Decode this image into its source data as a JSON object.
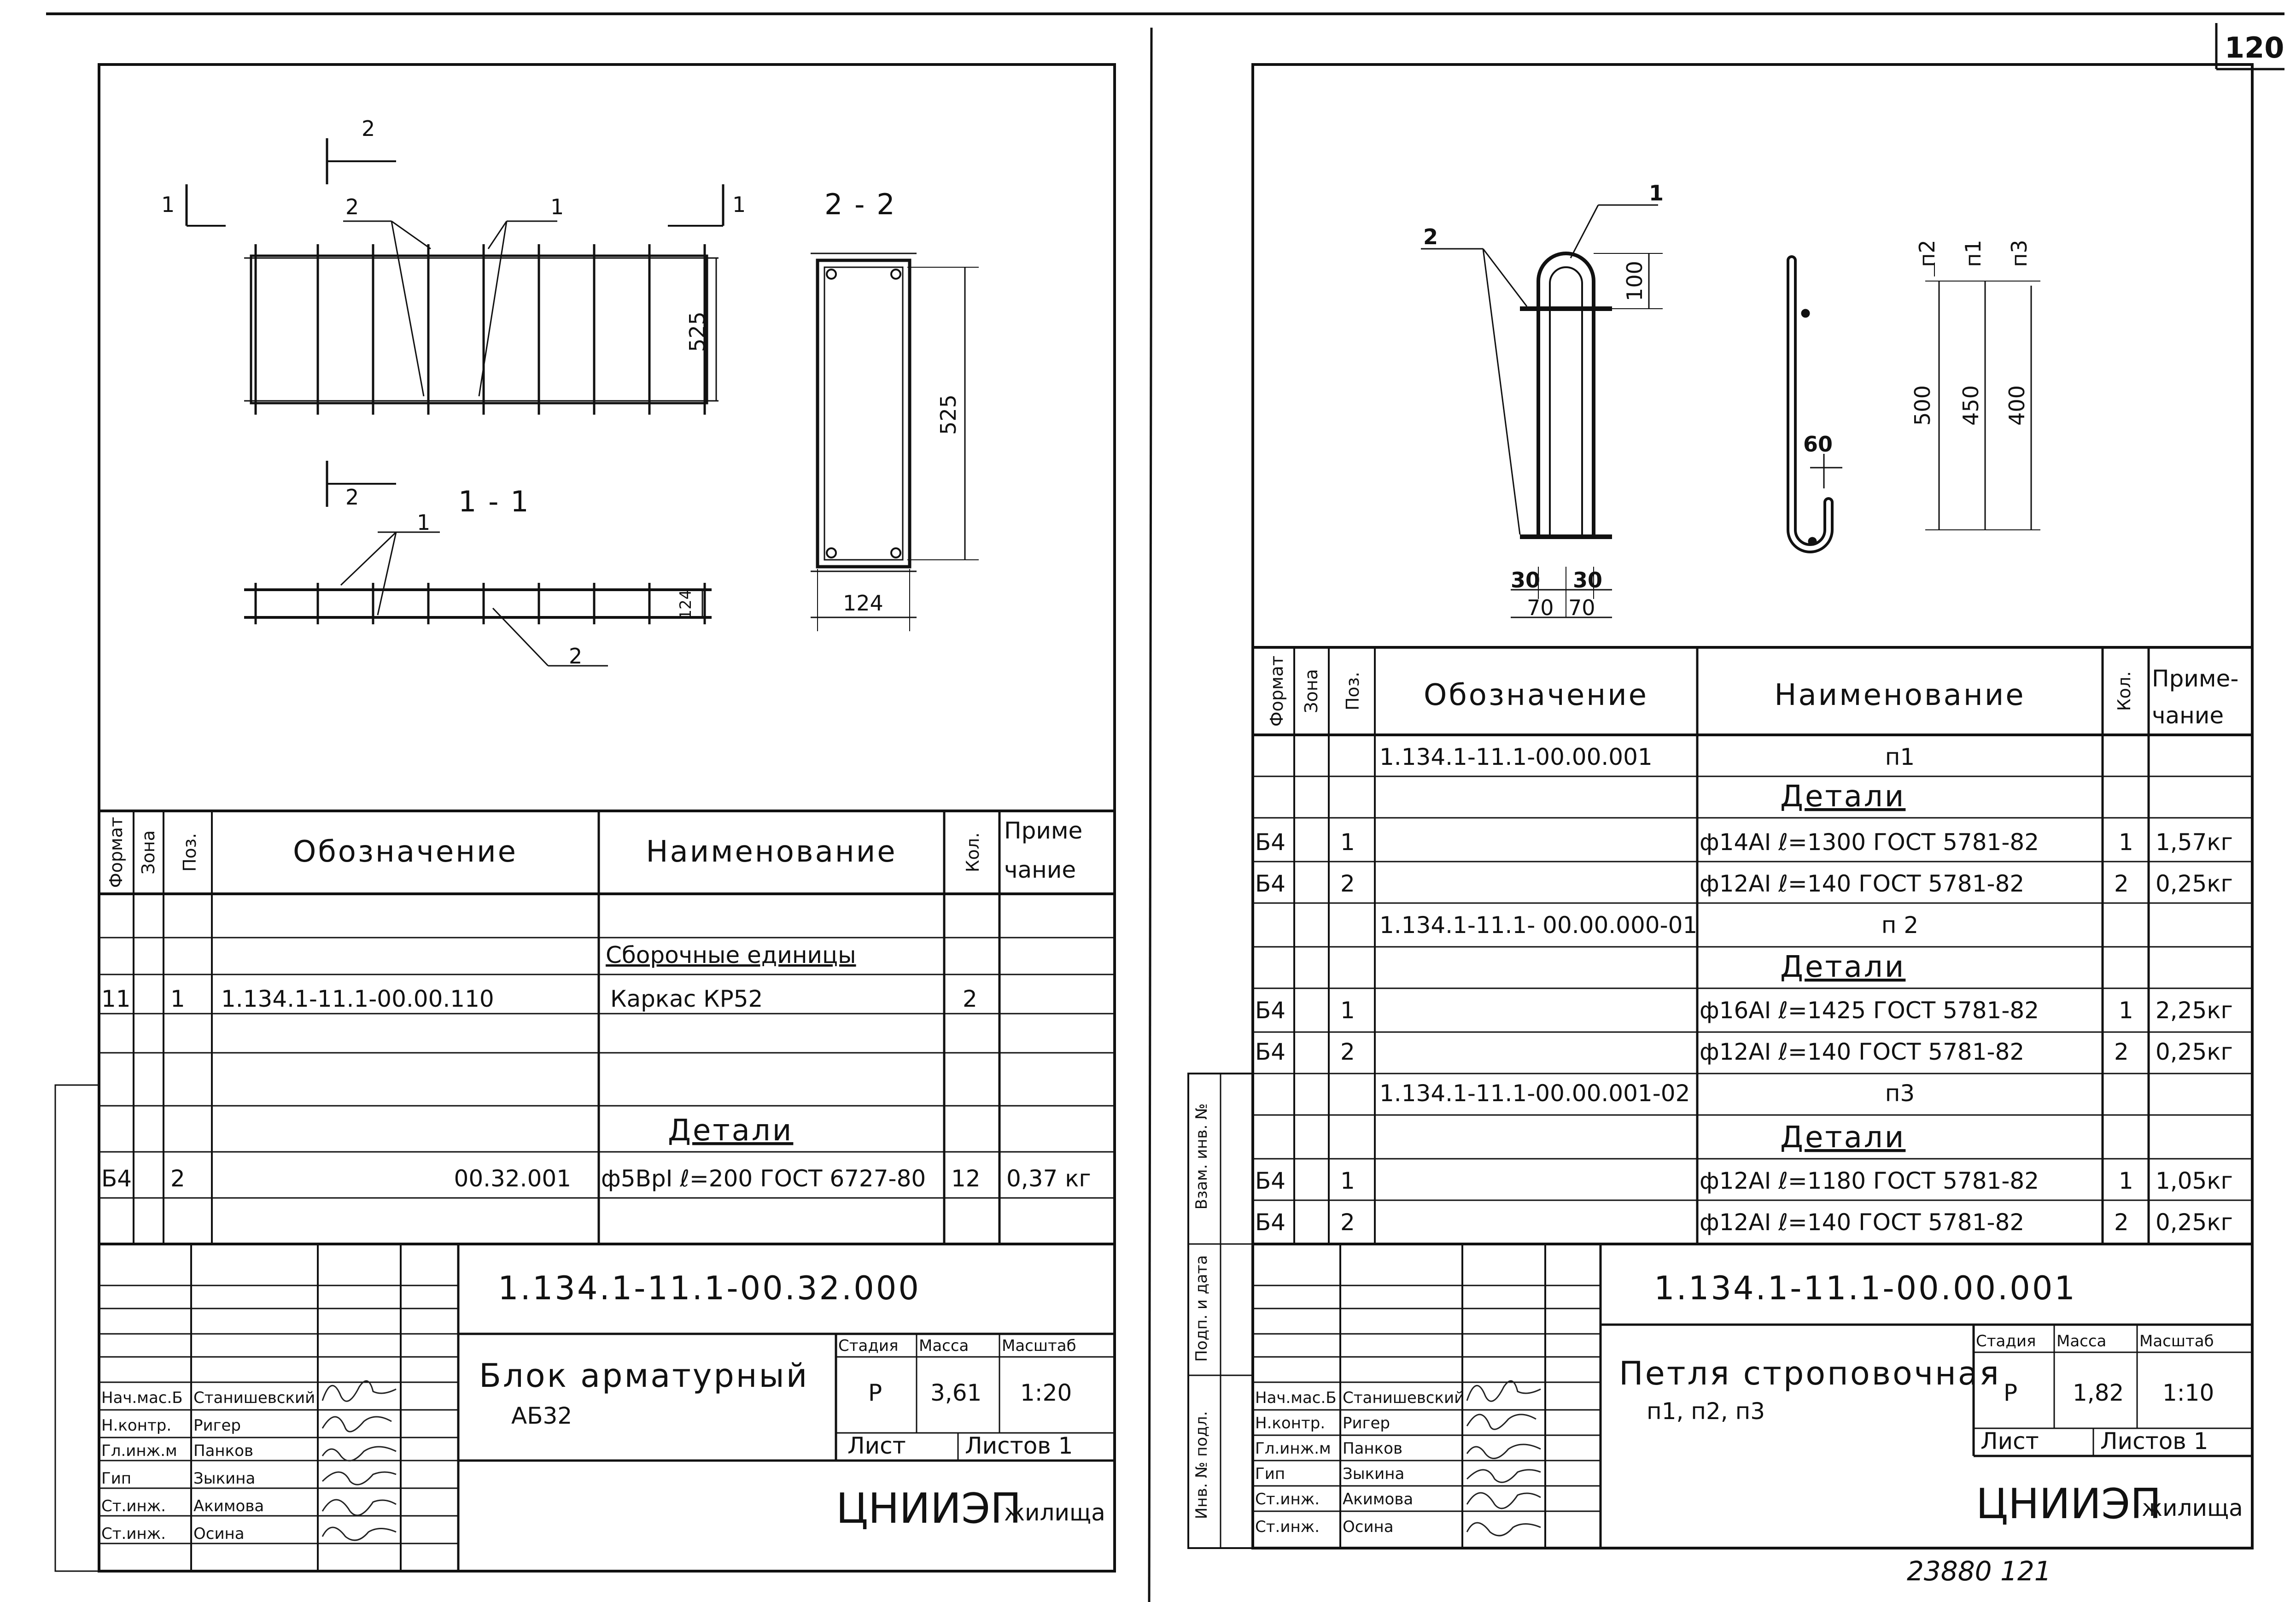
{
  "page_number": "120",
  "footer_note": "23880  121",
  "left": {
    "drawing": {
      "section_mark_top": "2",
      "section_mark_bottom": "2",
      "section_1_left": "1",
      "section_1_right": "1",
      "leader_2": "2",
      "leader_1": "1",
      "dim_525_plan": "525",
      "section_2_title": "2 - 2",
      "dim_525_section": "525",
      "dim_124_width": "124",
      "section_1_title": "1 - 1",
      "leader_1_bottom": "1",
      "leader_2_bottom": "2",
      "dim_124_height": "124"
    },
    "spec_headers": {
      "format": "Формат",
      "zone": "Зона",
      "pos": "Поз.",
      "designation": "Обозначение",
      "name": "Наименование",
      "qty": "Кол.",
      "note_1": "Приме",
      "note_2": "чание"
    },
    "rows": [
      {
        "format": "",
        "pos": "",
        "designation": "",
        "name": "",
        "qty": "",
        "note": ""
      },
      {
        "format": "",
        "pos": "",
        "designation": "",
        "name": "Сборочные единицы",
        "qty": "",
        "note": ""
      },
      {
        "format": "11",
        "pos": "1",
        "designation": "1.134.1-11.1-00.00.110",
        "name": "Каркас КР52",
        "qty": "2",
        "note": ""
      },
      {
        "format": "",
        "pos": "",
        "designation": "",
        "name": "",
        "qty": "",
        "note": ""
      },
      {
        "format": "",
        "pos": "",
        "designation": "",
        "name": "",
        "qty": "",
        "note": ""
      },
      {
        "format": "",
        "pos": "",
        "designation": "",
        "name": "Детали",
        "qty": "",
        "note": ""
      },
      {
        "format": "Б4",
        "pos": "2",
        "designation": "00.32.001",
        "name": "ф5ВрI ℓ=200 ГОСТ 6727-80",
        "qty": "12",
        "note": "0,37 кг"
      },
      {
        "format": "",
        "pos": "",
        "designation": "",
        "name": "",
        "qty": "",
        "note": ""
      }
    ],
    "title_block": {
      "doc_code": "1.134.1-11.1-00.32.000",
      "doc_title_1": "Блок арматурный",
      "doc_title_2": "АБ32",
      "stage_h": "Стадия",
      "mass_h": "Масса",
      "scale_h": "Масштаб",
      "stage": "Р",
      "mass": "3,61",
      "scale": "1:20",
      "sheet_h": "Лист",
      "sheets_h": "Листов 1",
      "org_1": "ЦНИИЭП",
      "org_2": "жилища",
      "people": [
        {
          "role": "Нач.мас.Б",
          "name": "Станишевский"
        },
        {
          "role": "Н.контр.",
          "name": "Ригер"
        },
        {
          "role": "Гл.инж.м",
          "name": "Панков"
        },
        {
          "role": "Гип",
          "name": "Зыкина"
        },
        {
          "role": "Ст.инж.",
          "name": "Акимова"
        },
        {
          "role": "Ст.инж.",
          "name": "Осина"
        }
      ]
    }
  },
  "right": {
    "drawing": {
      "leader_1": "1",
      "leader_2": "2",
      "dim_100": "100",
      "dim_500": "500",
      "dim_450": "450",
      "dim_400": "400",
      "dim_60": "60",
      "dim_30a": "30",
      "dim_30b": "30",
      "dim_70a": "70",
      "dim_70b": "70",
      "label_p2": "п2",
      "label_p1": "п1",
      "label_p3": "п3"
    },
    "spec_headers": {
      "format": "Формат",
      "zone": "Зона",
      "pos": "Поз.",
      "designation": "Обозначение",
      "name": "Наименование",
      "qty": "Кол.",
      "note_1": "Приме-",
      "note_2": "чание"
    },
    "rows": [
      {
        "format": "",
        "pos": "",
        "designation": "1.134.1-11.1-00.00.001",
        "name": "п1",
        "qty": "",
        "note": ""
      },
      {
        "format": "",
        "pos": "",
        "designation": "",
        "name": "Детали",
        "qty": "",
        "note": ""
      },
      {
        "format": "Б4",
        "pos": "1",
        "designation": "",
        "name": "ф14АI ℓ=1300 ГОСТ 5781-82",
        "qty": "1",
        "note": "1,57кг"
      },
      {
        "format": "Б4",
        "pos": "2",
        "designation": "",
        "name": "ф12АI ℓ=140 ГОСТ 5781-82",
        "qty": "2",
        "note": "0,25кг"
      },
      {
        "format": "",
        "pos": "",
        "designation": "1.134.1-11.1- 00.00.000-01",
        "name": "п 2",
        "qty": "",
        "note": ""
      },
      {
        "format": "",
        "pos": "",
        "designation": "",
        "name": "Детали",
        "qty": "",
        "note": ""
      },
      {
        "format": "Б4",
        "pos": "1",
        "designation": "",
        "name": "ф16АI ℓ=1425 ГОСТ 5781-82",
        "qty": "1",
        "note": "2,25кг"
      },
      {
        "format": "Б4",
        "pos": "2",
        "designation": "",
        "name": "ф12АI ℓ=140 ГОСТ 5781-82",
        "qty": "2",
        "note": "0,25кг"
      },
      {
        "format": "",
        "pos": "",
        "designation": "1.134.1-11.1-00.00.001-02",
        "name": "п3",
        "qty": "",
        "note": ""
      },
      {
        "format": "",
        "pos": "",
        "designation": "",
        "name": "Детали",
        "qty": "",
        "note": ""
      },
      {
        "format": "Б4",
        "pos": "1",
        "designation": "",
        "name": "ф12АI ℓ=1180 ГОСТ 5781-82",
        "qty": "1",
        "note": "1,05кг"
      },
      {
        "format": "Б4",
        "pos": "2",
        "designation": "",
        "name": "ф12АI ℓ=140 ГОСТ 5781-82",
        "qty": "2",
        "note": "0,25кг"
      }
    ],
    "side_labels": {
      "inv_podl": "Инв. № подл.",
      "podp_data": "Подп. и дата",
      "vzam_inv": "Взам. инв. №"
    },
    "title_block": {
      "doc_code": "1.134.1-11.1-00.00.001",
      "doc_title_1": "Петля строповочная",
      "doc_title_2": "п1, п2, п3",
      "stage_h": "Стадия",
      "mass_h": "Масса",
      "scale_h": "Масштаб",
      "stage": "Р",
      "mass": "1,82",
      "scale": "1:10",
      "sheet_h": "Лист",
      "sheets_h": "Листов 1",
      "org_1": "ЦНИИЭП",
      "org_2": "жилища",
      "people": [
        {
          "role": "Нач.мас.Б",
          "name": "Станишевский"
        },
        {
          "role": "Н.контр.",
          "name": "Ригер"
        },
        {
          "role": "Гл.инж.м",
          "name": "Панков"
        },
        {
          "role": "Гип",
          "name": "Зыкина"
        },
        {
          "role": "Ст.инж.",
          "name": "Акимова"
        },
        {
          "role": "Ст.инж.",
          "name": "Осина"
        }
      ]
    }
  }
}
